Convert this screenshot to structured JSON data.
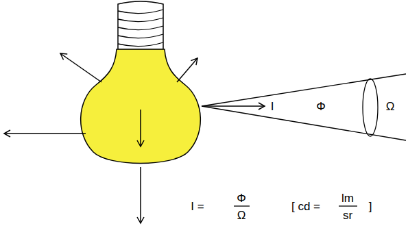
{
  "diagram": {
    "labels": [
      "I",
      "Φ",
      "Ω",
      "I =",
      "Φ",
      "Ω",
      "[ cd =",
      "lm",
      "sr",
      "]"
    ]
  }
}
